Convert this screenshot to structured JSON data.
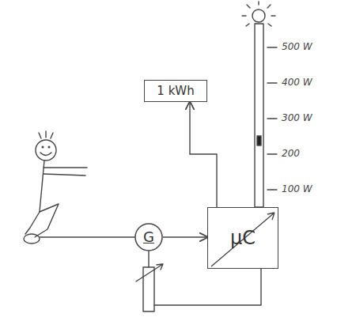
{
  "diagram": {
    "nodes": [
      {
        "text": [
          "1 kWh"
        ]
      },
      {
        "text": [
          "G"
        ]
      },
      {
        "text": [
          "μC"
        ]
      }
    ],
    "edges": [
      {
        "from": 1,
        "to": 2,
        "arrow": "to"
      },
      {
        "from": 2,
        "to": 0,
        "arrow": "to"
      }
    ],
    "labels": [
      "500 W",
      "400 W",
      "300 W",
      "200",
      "100 W"
    ]
  }
}
